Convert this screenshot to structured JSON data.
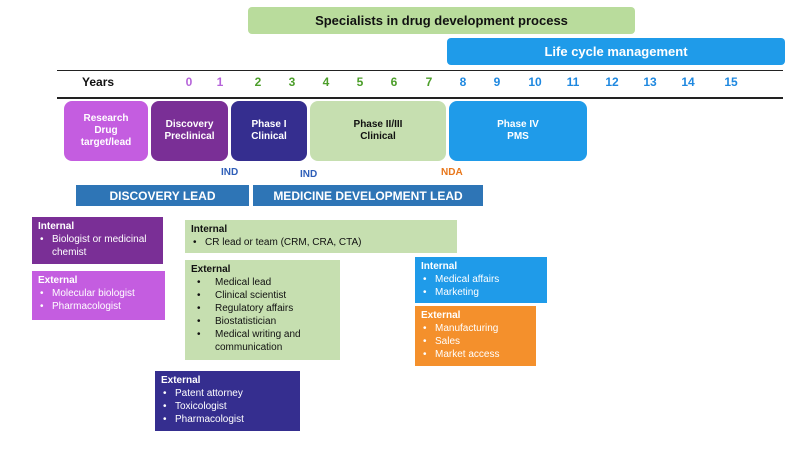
{
  "banners": {
    "specialists": "Specialists in drug development process",
    "lifecycle": "Life cycle management"
  },
  "years": {
    "label": "Years",
    "ticks": [
      "0",
      "1",
      "2",
      "3",
      "4",
      "5",
      "6",
      "7",
      "8",
      "9",
      "10",
      "11",
      "12",
      "13",
      "14",
      "15"
    ]
  },
  "phases": {
    "research": "Research\nDrug\ntarget/lead",
    "discovery": "Discovery\nPreclinical",
    "phase1": "Phase I\nClinical",
    "phase23": "Phase II/III\nClinical",
    "phase4": "Phase IV\nPMS"
  },
  "milestones": {
    "ind1": "IND",
    "ind2": "IND",
    "nda": "NDA"
  },
  "leads": {
    "discovery": "DISCOVERY LEAD",
    "medicine": "MEDICINE DEVELOPMENT LEAD"
  },
  "boxes": {
    "discovery_internal": {
      "title": "Internal",
      "items": [
        "Biologist or medicinal chemist"
      ]
    },
    "discovery_external": {
      "title": "External",
      "items": [
        "Molecular biologist",
        "Pharmacologist"
      ]
    },
    "dev_internal": {
      "title": "Internal",
      "items": [
        "CR lead or team (CRM, CRA, CTA)"
      ]
    },
    "dev_external": {
      "title": "External",
      "items": [
        "Medical lead",
        "Clinical scientist",
        "Regulatory affairs",
        "Biostatistician",
        "Medical writing and communication"
      ]
    },
    "preclinical_external": {
      "title": "External",
      "items": [
        "Patent attorney",
        "Toxicologist",
        "Pharmacologist"
      ]
    },
    "lcm_internal": {
      "title": "Internal",
      "items": [
        "Medical affairs",
        "Marketing"
      ]
    },
    "lcm_external": {
      "title": "External",
      "items": [
        "Manufacturing",
        "Sales",
        "Market access"
      ]
    }
  },
  "colors": {
    "green": "#c6dfb0",
    "blue": "#1f9be9",
    "purple": "#7a2f96",
    "magenta": "#c45de0",
    "navy": "#352e8f",
    "steel": "#2e75b6",
    "orange": "#f4902c",
    "year_purple": "#b563d9",
    "year_green": "#4c9e2a",
    "year_blue": "#1e88e0",
    "ind": "#2e5eb8",
    "nda": "#e8761a"
  }
}
